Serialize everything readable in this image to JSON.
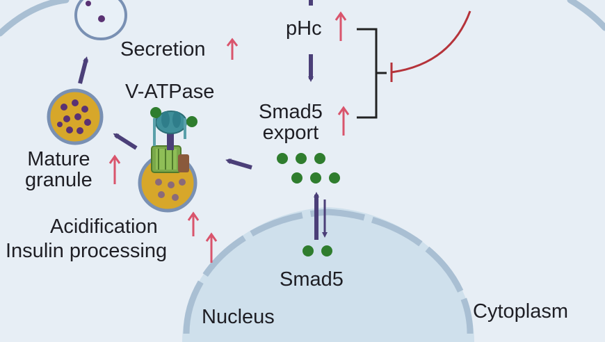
{
  "labels": {
    "secretion": "Secretion",
    "v_atpase": "V-ATPase",
    "phc": "pHc",
    "smad5_export_line1": "Smad5",
    "smad5_export_line2": "export",
    "mature_line1": "Mature",
    "mature_line2": "granule",
    "acidification": "Acidification",
    "insulin_processing": "Insulin processing",
    "smad5": "Smad5",
    "nucleus": "Nucleus",
    "cytoplasm": "Cytoplasm"
  },
  "colors": {
    "background": "#e7eef5",
    "nucleus": "#cfe0ec",
    "membrane": "#a9bfd3",
    "up_arrow": "#d9546c",
    "flow_arrow": "#4b3f78",
    "smad5_dot": "#2f7d2e",
    "granule_core": "#d7a72a",
    "granule_dot": "#5a3273",
    "inhibitor": "#b5333a",
    "v_atpase_teal": "#3f8f9a",
    "v_atpase_green": "#7aa84a"
  },
  "icons": {
    "up_arrow": "up-arrow-icon",
    "flow_arrow": "arrow-icon",
    "inhibition": "inhibition-bar-icon"
  }
}
